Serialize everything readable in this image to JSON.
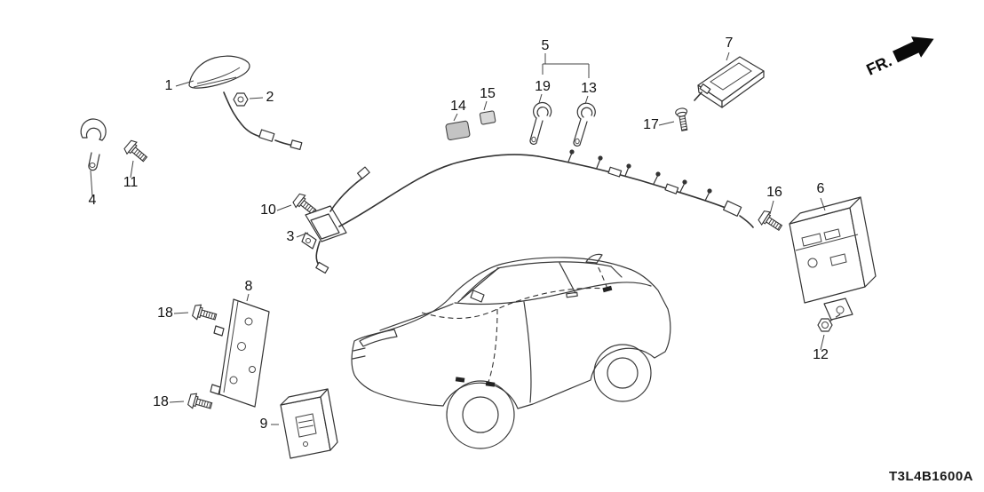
{
  "diagram": {
    "code": "T3L4B1600A",
    "direction_indicator": "FR.",
    "colors": {
      "line": "#333333",
      "text": "#111111",
      "pad_fill": "#c8c8c8"
    },
    "callouts": [
      {
        "id": "callout-1",
        "label": "1"
      },
      {
        "id": "callout-2",
        "label": "2"
      },
      {
        "id": "callout-3",
        "label": "3"
      },
      {
        "id": "callout-4",
        "label": "4"
      },
      {
        "id": "callout-5",
        "label": "5"
      },
      {
        "id": "callout-6",
        "label": "6"
      },
      {
        "id": "callout-7",
        "label": "7"
      },
      {
        "id": "callout-8",
        "label": "8"
      },
      {
        "id": "callout-9",
        "label": "9"
      },
      {
        "id": "callout-10",
        "label": "10"
      },
      {
        "id": "callout-11",
        "label": "11"
      },
      {
        "id": "callout-12",
        "label": "12"
      },
      {
        "id": "callout-13",
        "label": "13"
      },
      {
        "id": "callout-14",
        "label": "14"
      },
      {
        "id": "callout-15",
        "label": "15"
      },
      {
        "id": "callout-16",
        "label": "16"
      },
      {
        "id": "callout-17",
        "label": "17"
      },
      {
        "id": "callout-18a",
        "label": "18"
      },
      {
        "id": "callout-19",
        "label": "19"
      },
      {
        "id": "callout-18b",
        "label": "18"
      }
    ]
  }
}
